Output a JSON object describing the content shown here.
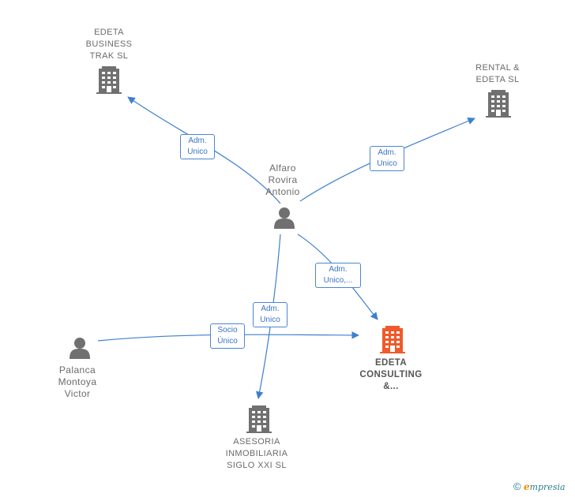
{
  "nodes": {
    "edeta_business": {
      "label_lines": [
        "EDETA",
        "BUSINESS",
        "TRAK  SL"
      ],
      "icon": "building-icon",
      "color": "#707070"
    },
    "rental_edeta": {
      "label_lines": [
        "RENTAL &",
        "EDETA  SL"
      ],
      "icon": "building-icon",
      "color": "#707070"
    },
    "alfaro": {
      "label_lines": [
        "Alfaro",
        "Rovira",
        "Antonio"
      ],
      "icon": "person-icon",
      "color": "#707070"
    },
    "palanca": {
      "label_lines": [
        "Palanca",
        "Montoya",
        "Victor"
      ],
      "icon": "person-icon",
      "color": "#707070"
    },
    "edeta_consulting": {
      "label_lines": [
        "EDETA",
        "CONSULTING",
        "&..."
      ],
      "icon": "building-icon",
      "color": "#f05a2a"
    },
    "asesoria": {
      "label_lines": [
        "ASESORIA",
        "INMOBILIARIA",
        "SIGLO XXI  SL"
      ],
      "icon": "building-icon",
      "color": "#707070"
    }
  },
  "edges": [
    {
      "from": "alfaro",
      "to": "edeta_business",
      "label_lines": [
        "Adm.",
        "Unico"
      ]
    },
    {
      "from": "alfaro",
      "to": "rental_edeta",
      "label_lines": [
        "Adm.",
        "Unico"
      ]
    },
    {
      "from": "alfaro",
      "to": "edeta_consulting",
      "label_lines": [
        "Adm.",
        "Unico,..."
      ]
    },
    {
      "from": "alfaro",
      "to": "asesoria",
      "label_lines": [
        "Adm.",
        "Unico"
      ]
    },
    {
      "from": "palanca",
      "to": "edeta_consulting",
      "label_lines": [
        "Socio",
        "Único"
      ]
    }
  ],
  "edge_color": "#3f7fd0",
  "brand": {
    "copyright": "©",
    "first_letter": "e",
    "rest": "mpresia"
  }
}
